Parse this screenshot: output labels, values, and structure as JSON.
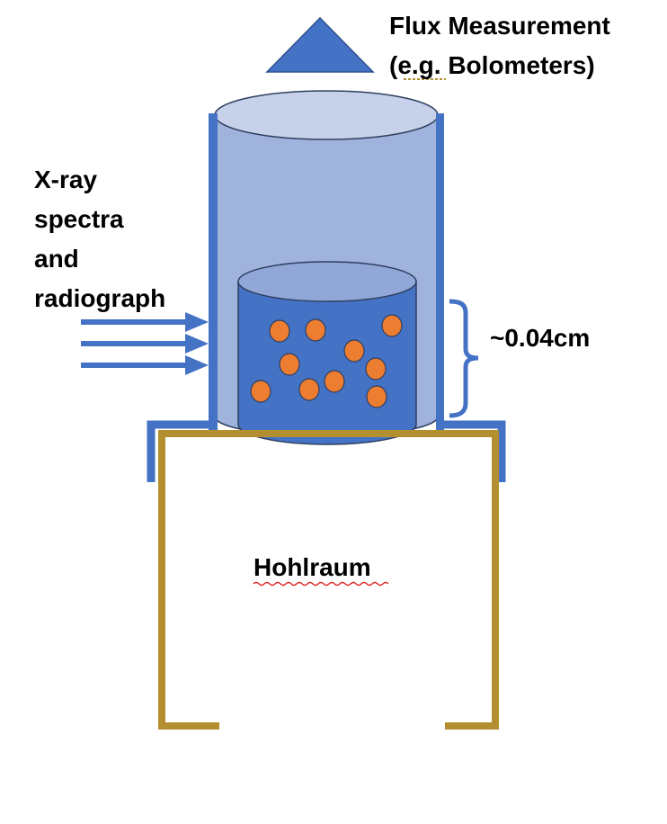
{
  "labels": {
    "flux_line1": "Flux Measurement",
    "flux_line2": "(e.g. Bolometers)",
    "xray_lines": [
      "X-ray",
      "spectra",
      "and",
      "radiograph"
    ],
    "width": "~0.04cm",
    "hohlraum": "Hohlraum"
  },
  "colors": {
    "shield_blue": "#4472c4",
    "outer_cylinder": "#a0b3dd",
    "outer_top": "#c7d2ea",
    "inner_cylinder": "#4472c4",
    "inner_top": "#90a7d7",
    "particle": "#ed7d31",
    "hohlraum_gold": "#b38f2f"
  }
}
